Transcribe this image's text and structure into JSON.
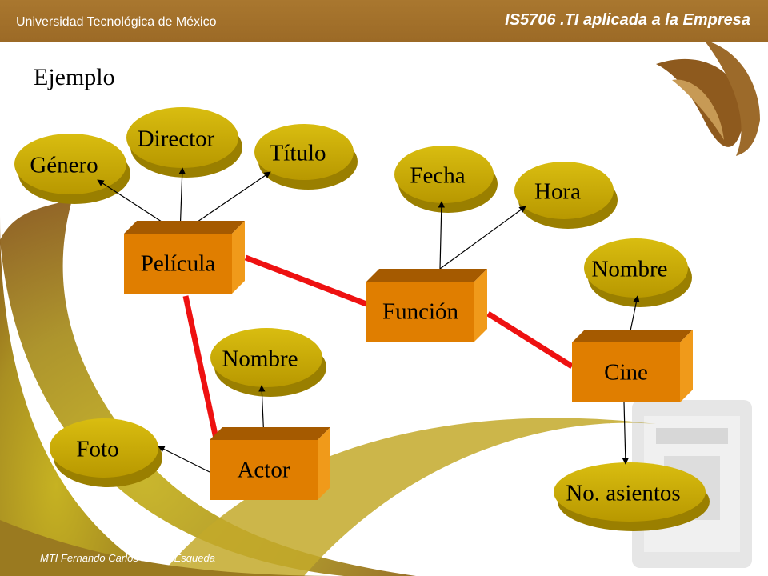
{
  "header": {
    "university": "Universidad Tecnológica de México",
    "course": "IS5706 .TI aplicada a la Empresa"
  },
  "title": "Ejemplo",
  "footer": "MTI Fernando Carlos Rivero Esqueda",
  "colors": {
    "header": "#a9772f",
    "entity_face": "#e07e00",
    "entity_top": "#a55a00",
    "attribute": "#c9a800",
    "attribute_dark": "#9a7f00",
    "relation_line": "#ee1111"
  },
  "diagram": {
    "entities": [
      {
        "id": "pelicula",
        "label": "Película"
      },
      {
        "id": "funcion",
        "label": "Función"
      },
      {
        "id": "cine",
        "label": "Cine"
      },
      {
        "id": "actor",
        "label": "Actor"
      }
    ],
    "attributes": [
      {
        "id": "genero",
        "label": "Género",
        "entity": "pelicula"
      },
      {
        "id": "director",
        "label": "Director",
        "entity": "pelicula"
      },
      {
        "id": "titulo",
        "label": "Título",
        "entity": "pelicula"
      },
      {
        "id": "fecha",
        "label": "Fecha",
        "entity": "funcion"
      },
      {
        "id": "hora",
        "label": "Hora",
        "entity": "funcion"
      },
      {
        "id": "nombre-cine",
        "label": "Nombre",
        "entity": "cine"
      },
      {
        "id": "no-asientos",
        "label": "No. asientos",
        "entity": "cine"
      },
      {
        "id": "nombre-actor",
        "label": "Nombre",
        "entity": "actor"
      },
      {
        "id": "foto",
        "label": "Foto",
        "entity": "actor"
      }
    ],
    "relations": [
      {
        "from": "pelicula",
        "to": "funcion"
      },
      {
        "from": "funcion",
        "to": "cine"
      },
      {
        "from": "pelicula",
        "to": "actor"
      }
    ]
  }
}
